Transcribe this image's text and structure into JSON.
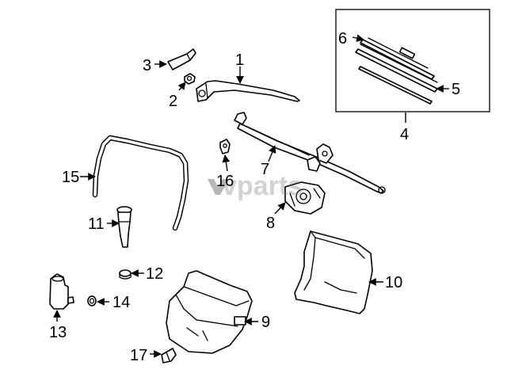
{
  "diagram": {
    "watermark": "vparts",
    "callouts": {
      "c1": "1",
      "c2": "2",
      "c3": "3",
      "c4": "4",
      "c5": "5",
      "c6": "6",
      "c7": "7",
      "c8": "8",
      "c9": "9",
      "c10": "10",
      "c11": "11",
      "c12": "12",
      "c13": "13",
      "c14": "14",
      "c15": "15",
      "c16": "16",
      "c17": "17"
    }
  }
}
